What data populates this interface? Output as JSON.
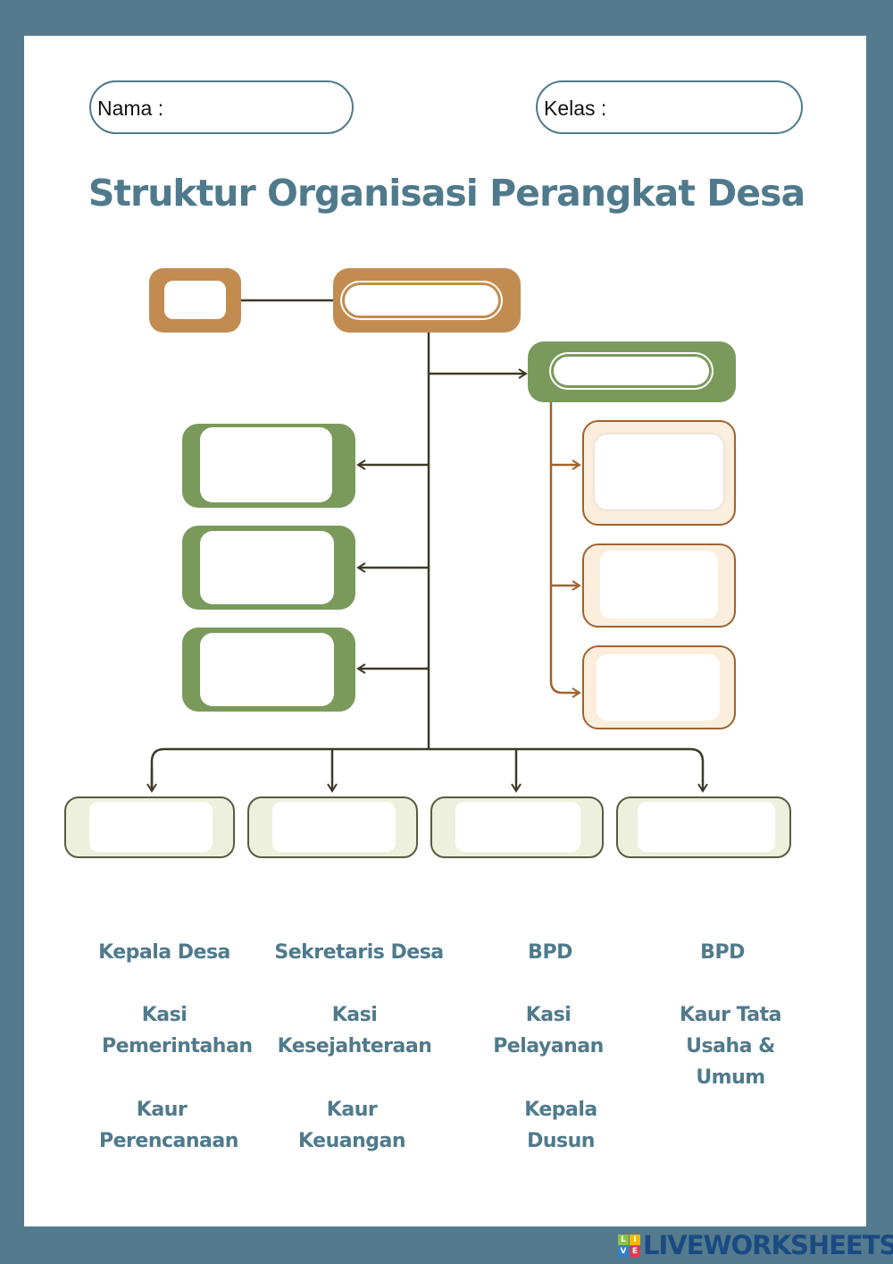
{
  "header": {
    "name_label": "Nama :",
    "class_label": "Kelas :"
  },
  "title": "Struktur Organisasi  Perangkat Desa",
  "colors": {
    "frame": "#537b8d",
    "text": "#4f7a8c",
    "orange": "#c28c50",
    "green": "#7a9a5c",
    "brown": "#a0622e"
  },
  "word_bank": [
    [
      "Kepala Desa",
      "Sekretaris Desa",
      "BPD",
      "BPD"
    ],
    [
      "Kasi Pemerintahan",
      "Kasi Kesejahteraan",
      "Kasi Pelayanan",
      "Kaur Tata Usaha & Umum"
    ],
    [
      "Kaur Perencanaan",
      "Kaur Keuangan",
      "Kepala Dusun"
    ]
  ],
  "footer": {
    "logo_tiles": [
      "L",
      "I",
      "V",
      "E"
    ],
    "brand": "LIVEWORKSHEETS"
  }
}
